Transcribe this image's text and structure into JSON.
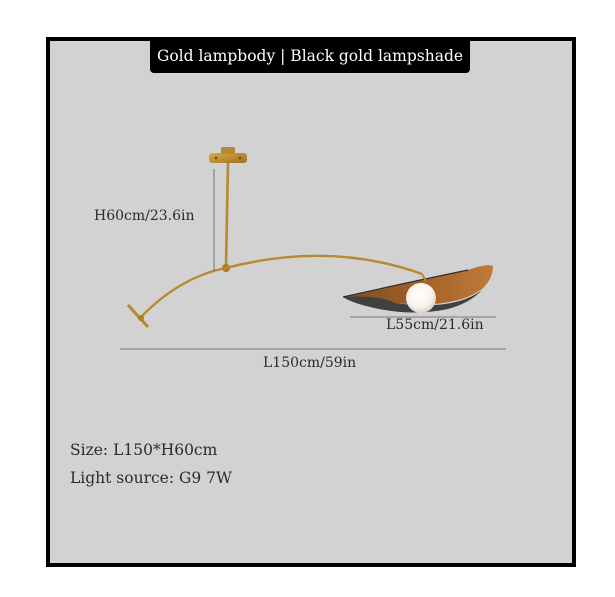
{
  "title": "Gold lampbody | Black gold lampshade",
  "dimensions": {
    "height": "H60cm/23.6in",
    "shade_length": "L55cm/21.6in",
    "total_length": "L150cm/59in"
  },
  "specs": {
    "size": "Size: L150*H60cm",
    "light_source": "Light source: G9 7W"
  },
  "colors": {
    "panel": "#d2d2d2",
    "frame": "#000000",
    "brass": "#b8892e",
    "shade_outer": "#3f4140",
    "shade_inner": "#a8642a",
    "bulb": "#ffffff"
  }
}
